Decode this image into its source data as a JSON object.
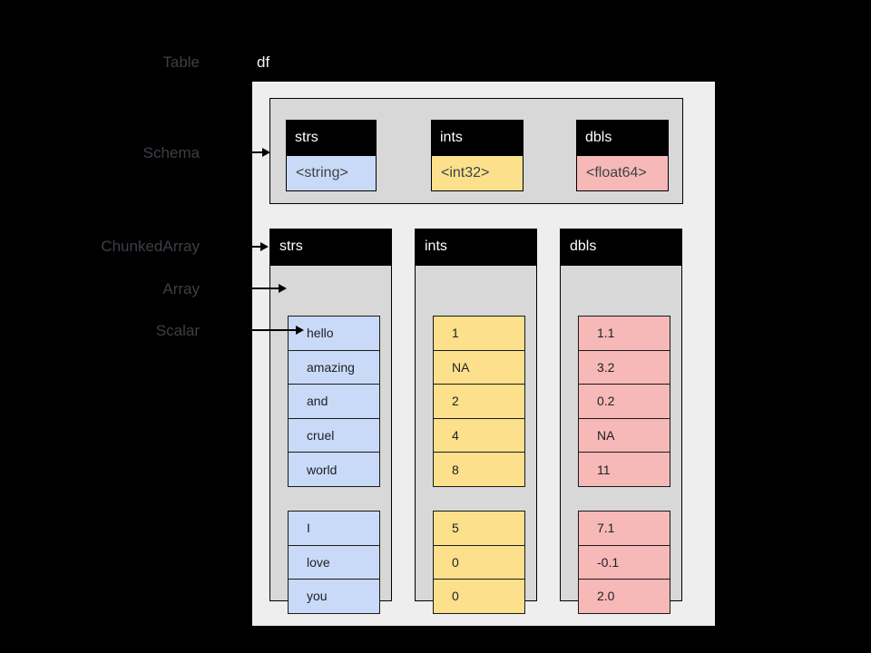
{
  "side_labels": {
    "table": "Table",
    "schema": "Schema",
    "chunked_array": "ChunkedArray",
    "array": "Array",
    "scalar": "Scalar"
  },
  "table": {
    "variable_name": "df"
  },
  "schema": {
    "fields": [
      {
        "name": "strs",
        "type": "<string>",
        "color": "#c9daf8"
      },
      {
        "name": "ints",
        "type": "<int32>",
        "color": "#fce08c"
      },
      {
        "name": "dbls",
        "type": "<float64>",
        "color": "#f7b8b8"
      }
    ]
  },
  "columns": [
    {
      "name": "strs",
      "color": "#c9daf8",
      "chunks": [
        [
          "hello",
          "amazing",
          "and",
          "cruel",
          "world"
        ],
        [
          "I",
          "love",
          "you"
        ]
      ]
    },
    {
      "name": "ints",
      "color": "#fce08c",
      "chunks": [
        [
          "1",
          "NA",
          "2",
          "4",
          "8"
        ],
        [
          "5",
          "0",
          "0"
        ]
      ]
    },
    {
      "name": "dbls",
      "color": "#f7b8b8",
      "chunks": [
        [
          "1.1",
          "3.2",
          "0.2",
          "NA",
          "11"
        ],
        [
          "7.1",
          "-0.1",
          "2.0"
        ]
      ]
    }
  ],
  "colors": {
    "page_background": "#000000",
    "table_box": "#eeeeee",
    "container_gray": "#d8d8d8",
    "header_black": "#000000",
    "header_text": "#ffffff",
    "label_text": "#3b4046",
    "string_blue": "#c9daf8",
    "int_yellow": "#fce08c",
    "float_pink": "#f7b8b8"
  }
}
